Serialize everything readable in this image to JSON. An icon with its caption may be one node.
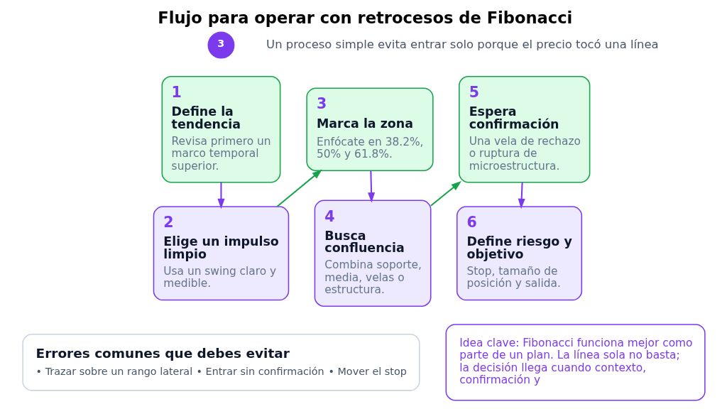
{
  "diagram": {
    "title": "Flujo para operar con retrocesos de Fibonacci",
    "nodes": [
      {
        "text": [
          "1",
          "Define la tendencia",
          "Revisa primero un marco temporal superior."
        ]
      },
      {
        "text": [
          "2",
          "Elige un impulso limpio",
          "Usa un swing claro y medible."
        ]
      },
      {
        "text": [
          "3",
          "Marca la zona",
          "Enfócate en 38.2%, 50% y 61.8%."
        ]
      },
      {
        "text": [
          "4",
          "Busca confluencia",
          "Combina soporte, media, velas o estructura."
        ]
      },
      {
        "text": [
          "5",
          "Espera confirmación",
          "Una vela de rechazo o ruptura de microestructura."
        ]
      },
      {
        "text": [
          "6",
          "Define riesgo y objetivo",
          "Stop, tamaño de posición y salida."
        ]
      },
      {
        "text": [
          "Errores comunes que debes evitar",
          "• Trazar sobre un rango lateral",
          "• Entrar sin confirmación",
          "• Mover el stop"
        ]
      },
      {
        "text": [
          "Idea clave: Fibonacci funciona mejor como parte de un plan. La línea sola no basta; la decisión llega cuando contexto, confirmación y"
        ]
      }
    ],
    "edges": [
      {
        "from": 0,
        "to": 1,
        "arrow": "to"
      },
      {
        "from": 1,
        "to": 2,
        "arrow": "to",
        "color": "#16a34a"
      },
      {
        "from": 2,
        "to": 3,
        "arrow": "to"
      },
      {
        "from": 3,
        "to": 4,
        "arrow": "to",
        "color": "#16a34a"
      },
      {
        "from": 4,
        "to": 5,
        "arrow": "to"
      }
    ],
    "labels": [
      "3",
      "Un proceso simple evita entrar solo porque el precio tocó una línea"
    ]
  }
}
